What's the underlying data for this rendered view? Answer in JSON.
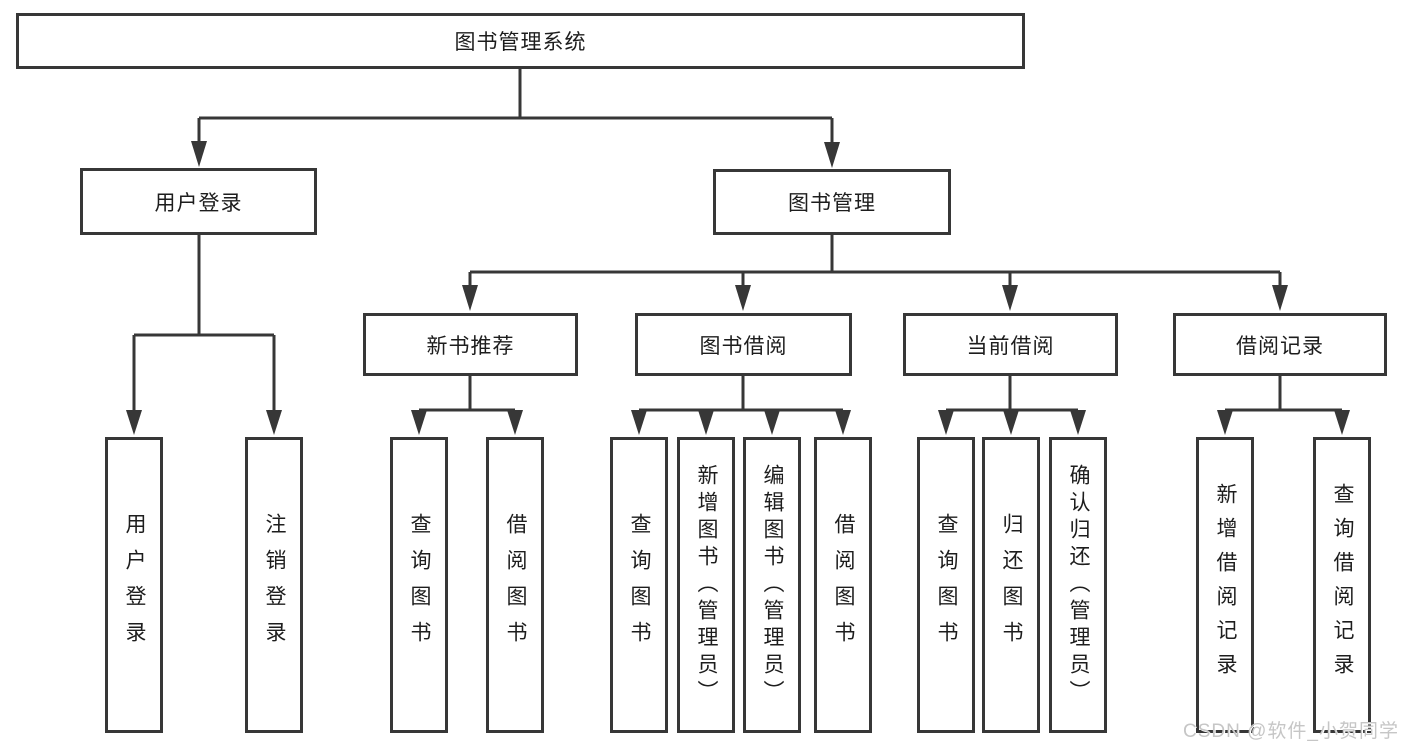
{
  "diagram": {
    "root": {
      "label": "图书管理系统"
    },
    "level2": [
      {
        "label": "用户登录"
      },
      {
        "label": "图书管理"
      }
    ],
    "level3": [
      {
        "label": "新书推荐"
      },
      {
        "label": "图书借阅"
      },
      {
        "label": "当前借阅"
      },
      {
        "label": "借阅记录"
      }
    ],
    "leaves": {
      "user": [
        "用户登录",
        "注销登录"
      ],
      "recommend": [
        "查询图书",
        "借阅图书"
      ],
      "borrowing": [
        "查询图书",
        "新增图书（管理员）",
        "编辑图书（管理员）",
        "借阅图书"
      ],
      "current": [
        "查询图书",
        "归还图书",
        "确认归还（管理员）"
      ],
      "records": [
        "新增借阅记录",
        "查询借阅记录"
      ]
    }
  },
  "watermark": {
    "text": "CSDN @软件_小贺同学"
  },
  "colors": {
    "line": "#373737",
    "text": "#1d1d1d",
    "background": "#ffffff",
    "watermark": "#c6c6c6"
  }
}
